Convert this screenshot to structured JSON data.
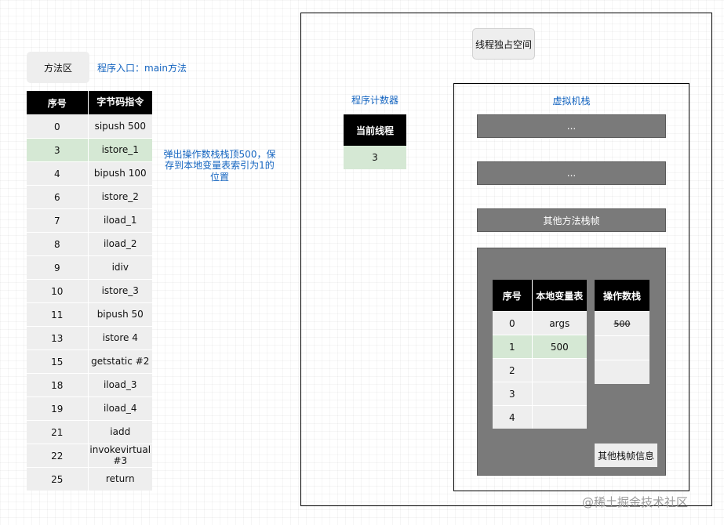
{
  "method_area": {
    "label": "方法区",
    "entry": "程序入口：main方法"
  },
  "bytecode_table": {
    "headers": [
      "序号",
      "字节码指令"
    ],
    "rows": [
      [
        "0",
        "sipush 500"
      ],
      [
        "3",
        "istore_1"
      ],
      [
        "4",
        "bipush 100"
      ],
      [
        "6",
        "istore_2"
      ],
      [
        "7",
        "iload_1"
      ],
      [
        "8",
        "iload_2"
      ],
      [
        "9",
        "idiv"
      ],
      [
        "10",
        "istore_3"
      ],
      [
        "11",
        "bipush 50"
      ],
      [
        "13",
        "istore 4"
      ],
      [
        "15",
        "getstatic #2"
      ],
      [
        "18",
        "iload_3"
      ],
      [
        "19",
        "iload_4"
      ],
      [
        "21",
        "iadd"
      ],
      [
        "22",
        "invokevirtual #3"
      ],
      [
        "25",
        "return"
      ]
    ],
    "highlight_index": 1
  },
  "annotation": "弹出操作数栈栈顶500，保存到本地变量表索引为1的位置",
  "thread_space": {
    "label": "线程独占空间"
  },
  "program_counter": {
    "label": "程序计数器",
    "header": "当前线程",
    "value": "3"
  },
  "vm_stack": {
    "label": "虚拟机栈",
    "frames": [
      "...",
      "...",
      "其他方法栈帧"
    ],
    "local_vars": {
      "headers": [
        "序号",
        "本地变量表"
      ],
      "rows": [
        [
          "0",
          "args"
        ],
        [
          "1",
          "500"
        ],
        [
          "2",
          ""
        ],
        [
          "3",
          ""
        ],
        [
          "4",
          ""
        ]
      ],
      "highlight_index": 1
    },
    "operand_stack": {
      "header": "操作数栈",
      "cells": [
        "500",
        "",
        ""
      ]
    },
    "other_info": "其他栈帧信息"
  },
  "colors": {
    "header_bg": "#000000",
    "cell_bg": "#eeeeee",
    "highlight_bg": "#d5e8d4",
    "frame_bg": "#7a7a7a",
    "label_blue": "#1565c0"
  },
  "watermark": "@稀土掘金技术社区"
}
